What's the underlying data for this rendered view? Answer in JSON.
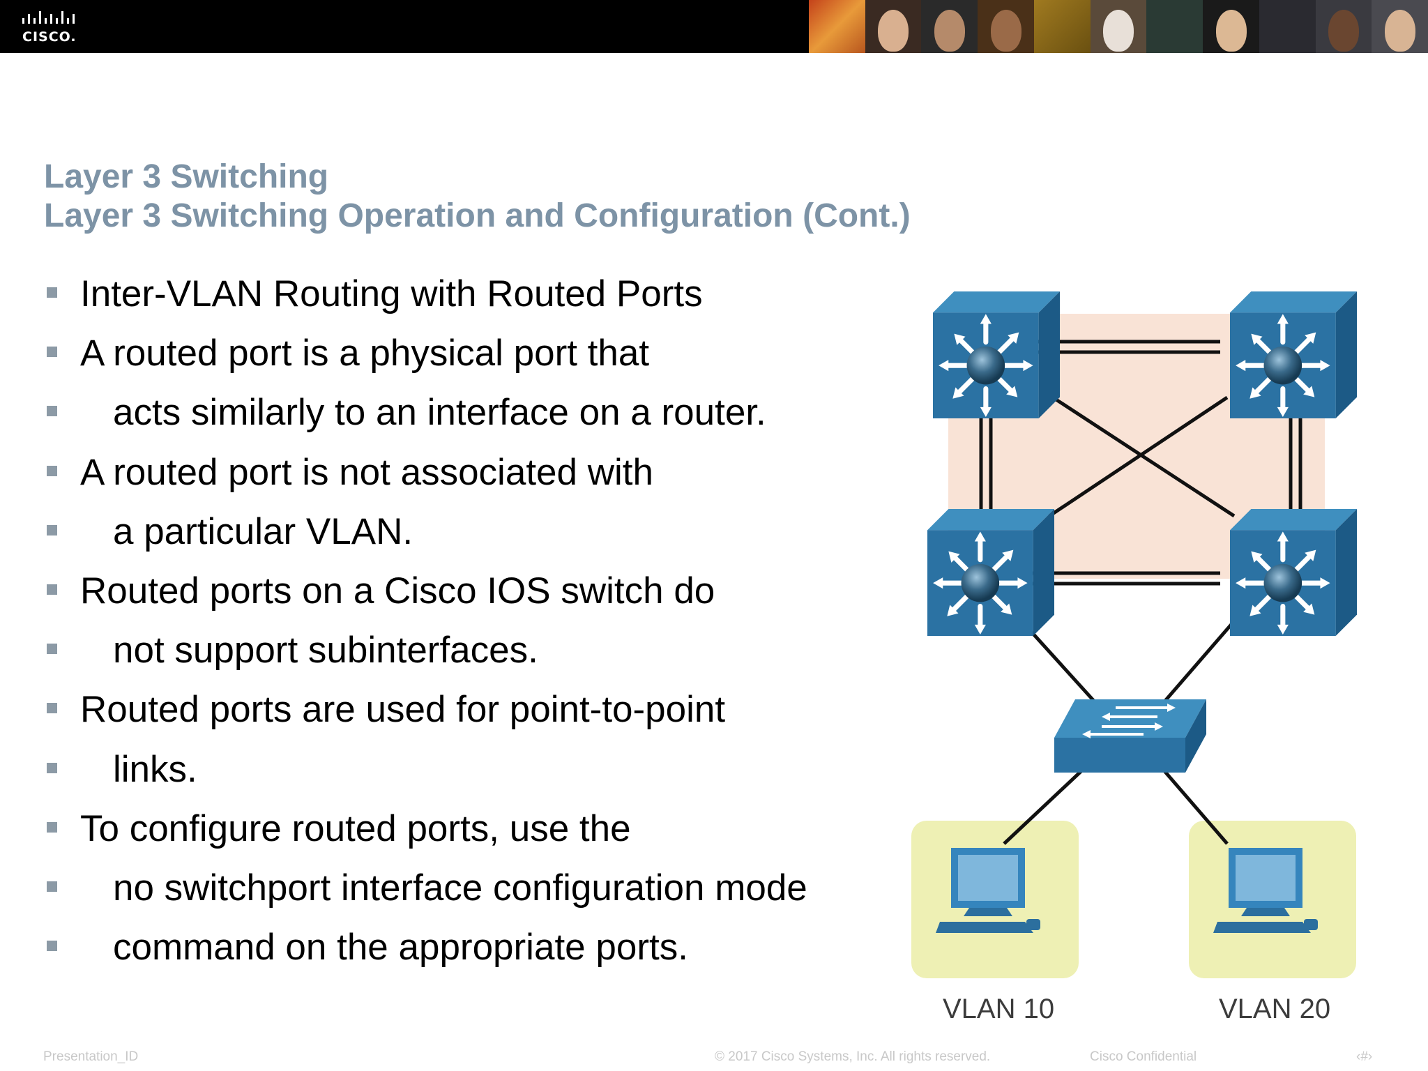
{
  "header": {
    "logo_text": "CISCO.",
    "brand_color": "#000000"
  },
  "titles": {
    "line1": "Layer 3 Switching",
    "line2": "Layer 3 Switching Operation and Configuration (Cont.)",
    "color": "#7d93a6"
  },
  "bullets": [
    {
      "text": "Inter-VLAN Routing with Routed Ports",
      "indent": false
    },
    {
      "text": "A routed port is a physical port that",
      "indent": false
    },
    {
      "text": "acts similarly to an interface on a router.",
      "indent": true
    },
    {
      "text": "A routed port is not associated with",
      "indent": false
    },
    {
      "text": "a particular VLAN.",
      "indent": true
    },
    {
      "text": "Routed ports on a Cisco IOS switch do",
      "indent": false
    },
    {
      "text": "not support subinterfaces.",
      "indent": true
    },
    {
      "text": "Routed ports are used for point-to-point",
      "indent": false
    },
    {
      "text": "links.",
      "indent": true
    },
    {
      "text": "To configure routed ports, use the",
      "indent": false
    },
    {
      "text": "no switchport interface configuration mode",
      "indent": true
    },
    {
      "text": "command on the appropriate ports.",
      "indent": true
    }
  ],
  "diagram": {
    "icons": {
      "multilayer_switch": "multilayer-switch-icon",
      "access_switch": "workgroup-switch-icon",
      "pc": "pc-icon"
    },
    "colors": {
      "switch_blue": "#2b6f9b",
      "highlight_area": "#f9e3d6",
      "pc_area": "#eef0b4"
    },
    "vlans": [
      {
        "label": "VLAN 10"
      },
      {
        "label": "VLAN 20"
      }
    ]
  },
  "footer": {
    "presentation_id": "Presentation_ID",
    "copyright": "© 2017 Cisco Systems, Inc. All rights reserved.",
    "confidential": "Cisco Confidential",
    "page_number": "‹#›"
  }
}
